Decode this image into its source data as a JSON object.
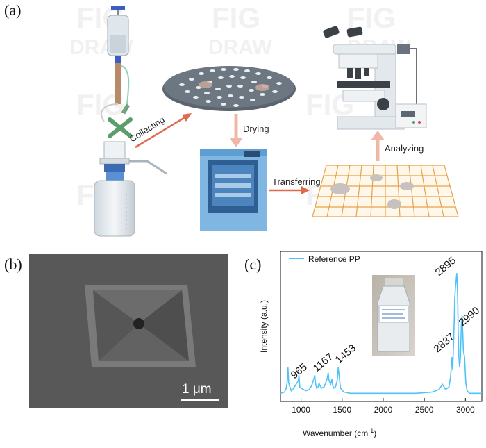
{
  "panels": {
    "a": "(a)",
    "b": "(b)",
    "c": "(c)"
  },
  "watermark": {
    "line1": "FIG",
    "line2": "DRAW"
  },
  "workflow": {
    "collecting": "Collecting",
    "drying": "Drying",
    "transferring": "Transferring",
    "analyzing": "Analyzing",
    "accent_color": "#e06a4e"
  },
  "sem": {
    "scale_bar_label": "1 μm"
  },
  "chart_data": {
    "type": "line",
    "xlabel": "Wavenumber (cm",
    "xlabel_sup": "-1",
    "xlabel_close": ")",
    "ylabel": "Intensity (a.u.)",
    "xlim": [
      750,
      3200
    ],
    "ylim": [
      0,
      1
    ],
    "xticks": [
      1000,
      1500,
      2000,
      2500,
      3000
    ],
    "legend_position": "top-left",
    "series": [
      {
        "name": "Reference PP",
        "color": "#4fc3f7",
        "x": [
          750,
          800,
          820,
          830,
          841,
          850,
          880,
          900,
          930,
          960,
          970,
          975,
          985,
          1000,
          1030,
          1060,
          1100,
          1130,
          1150,
          1160,
          1167,
          1175,
          1190,
          1210,
          1220,
          1230,
          1250,
          1280,
          1300,
          1320,
          1330,
          1340,
          1360,
          1375,
          1385,
          1400,
          1420,
          1440,
          1453,
          1465,
          1480,
          1520,
          1600,
          1800,
          2000,
          2200,
          2400,
          2600,
          2680,
          2700,
          2720,
          2740,
          2760,
          2800,
          2820,
          2837,
          2845,
          2855,
          2865,
          2870,
          2880,
          2895,
          2905,
          2912,
          2920,
          2930,
          2940,
          2950,
          2960,
          2970,
          2975,
          2990,
          3005,
          3020,
          3050,
          3100,
          3200
        ],
        "y": [
          0.02,
          0.03,
          0.06,
          0.1,
          0.22,
          0.1,
          0.04,
          0.05,
          0.08,
          0.11,
          0.13,
          0.16,
          0.07,
          0.06,
          0.05,
          0.04,
          0.05,
          0.08,
          0.12,
          0.14,
          0.16,
          0.1,
          0.06,
          0.07,
          0.1,
          0.08,
          0.06,
          0.07,
          0.1,
          0.14,
          0.18,
          0.12,
          0.09,
          0.13,
          0.08,
          0.06,
          0.07,
          0.12,
          0.22,
          0.15,
          0.06,
          0.03,
          0.02,
          0.02,
          0.02,
          0.02,
          0.02,
          0.03,
          0.05,
          0.07,
          0.09,
          0.07,
          0.05,
          0.07,
          0.15,
          0.3,
          0.2,
          0.4,
          0.6,
          0.75,
          0.85,
          0.95,
          0.78,
          0.5,
          0.3,
          0.22,
          0.3,
          0.55,
          0.62,
          0.45,
          0.35,
          0.3,
          0.1,
          0.04,
          0.02,
          0.02,
          0.02
        ]
      }
    ],
    "annotations": [
      "965",
      "1167",
      "1453",
      "2837",
      "2895",
      "2990"
    ],
    "inset": "photo of a plastic infusion bottle"
  }
}
